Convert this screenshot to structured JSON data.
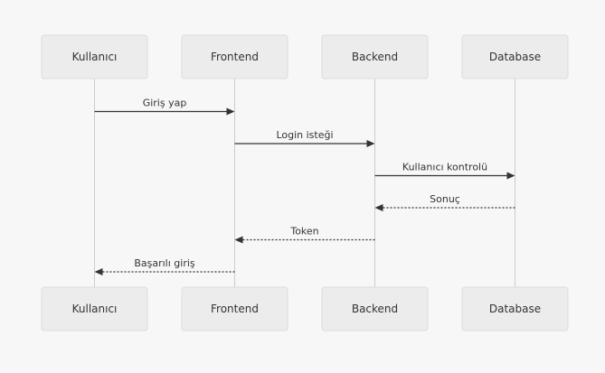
{
  "diagram": {
    "type": "sequence-diagram",
    "actors": [
      {
        "name": "Kullanıcı"
      },
      {
        "name": "Frontend"
      },
      {
        "name": "Backend"
      },
      {
        "name": "Database"
      }
    ],
    "messages": [
      {
        "label": "Giriş yap",
        "from": "Kullanıcı",
        "to": "Frontend",
        "line": "solid"
      },
      {
        "label": "Login isteği",
        "from": "Frontend",
        "to": "Backend",
        "line": "solid"
      },
      {
        "label": "Kullanıcı kontrolü",
        "from": "Backend",
        "to": "Database",
        "line": "solid"
      },
      {
        "label": "Sonuç",
        "from": "Database",
        "to": "Backend",
        "line": "dashed"
      },
      {
        "label": "Token",
        "from": "Backend",
        "to": "Frontend",
        "line": "dashed"
      },
      {
        "label": "Başarılı giriş",
        "from": "Frontend",
        "to": "Kullanıcı",
        "line": "dashed"
      }
    ],
    "colors": {
      "canvas_background": "#f7f7f7",
      "actor_fill": "#ececec",
      "actor_border": "#dcdcdc",
      "text": "#333333",
      "arrow": "#333333",
      "lifeline": "#cccccc"
    }
  }
}
